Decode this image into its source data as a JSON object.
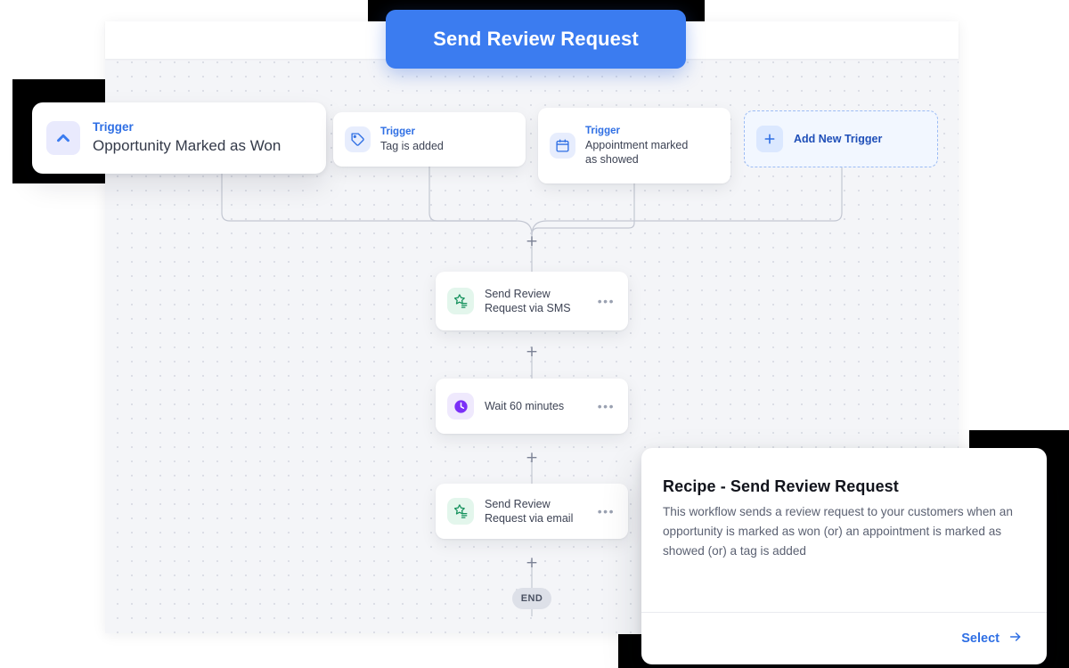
{
  "title_button": {
    "label": "Send Review Request",
    "color": "#3b7cf0"
  },
  "canvas": {
    "triggers": [
      {
        "kicker": "Trigger",
        "label": "Opportunity Marked as Won",
        "icon": "chevron-up-icon",
        "icon_color": "#3b7cf0",
        "icon_bg": "#e9eafd"
      },
      {
        "kicker": "Trigger",
        "label": "Tag is added",
        "icon": "tag-icon",
        "icon_color": "#2f6fe4",
        "icon_bg": "#e7edfd"
      },
      {
        "kicker": "Trigger",
        "label": "Appointment marked as showed",
        "icon": "calendar-icon",
        "icon_color": "#2f6fe4",
        "icon_bg": "#e7edfd"
      }
    ],
    "add_trigger": {
      "label": "Add New Trigger",
      "icon": "plus-icon",
      "color": "#1f4fb8"
    },
    "actions": [
      {
        "label": "Send Review Request via SMS",
        "icon": "review-star-icon",
        "icon_color": "#14915c",
        "icon_bg": "#e3f6ec",
        "menu": "•••"
      },
      {
        "label": "Wait 60 minutes",
        "icon": "clock-icon",
        "icon_color": "#7b2ff7",
        "icon_bg": "#efe9fd",
        "menu": "•••"
      },
      {
        "label": "Send Review Request via email",
        "icon": "review-star-icon",
        "icon_color": "#14915c",
        "icon_bg": "#e3f6ec",
        "menu": "•••"
      }
    ],
    "add_step_label": "+",
    "end_label": "END"
  },
  "recipe": {
    "title": "Recipe - Send Review Request",
    "description": "This workflow sends a review request to your customers when an opportunity is marked as won (or) an appointment is marked as showed (or) a tag is added",
    "select_label": "Select"
  }
}
